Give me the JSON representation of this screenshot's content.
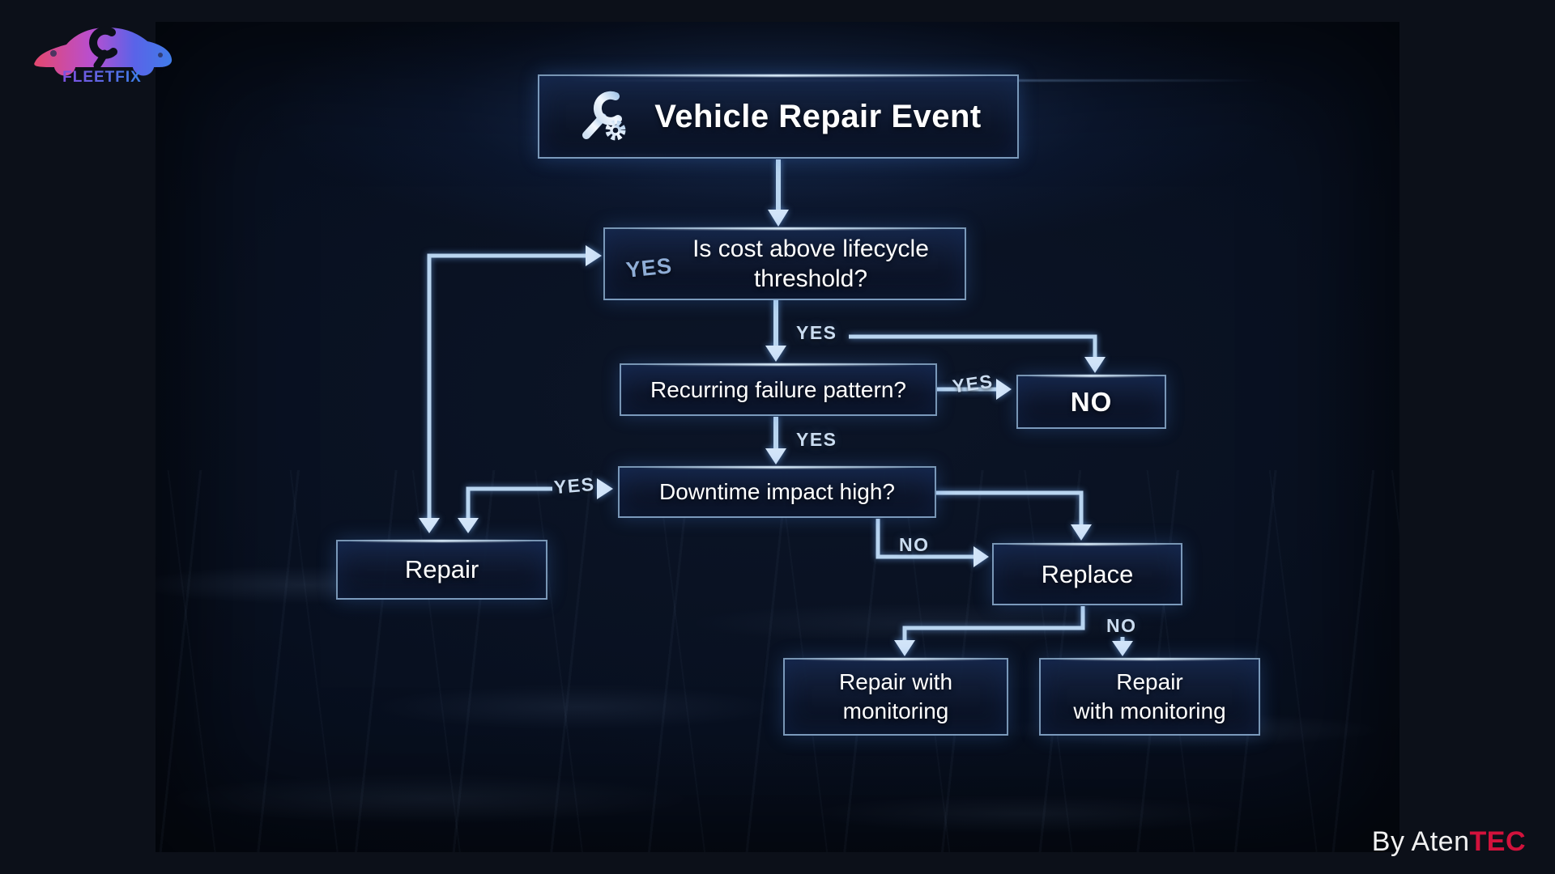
{
  "colors": {
    "accent_line": "#b9d5f0",
    "accent_head": "#d4e6f9",
    "brand_red": "#d2123c",
    "box_border": "#9ec1e4",
    "logo_pink": "#e5476b",
    "logo_purple": "#b84fd0",
    "logo_blue": "#3f7de8"
  },
  "logo": {
    "brand": "FLEETFIX"
  },
  "diagram": {
    "title": {
      "label": "Vehicle Repair Event"
    },
    "nodes": {
      "q1": {
        "inside_label": "YES",
        "text": "Is cost above lifecycle\nthreshold?"
      },
      "q2": {
        "text": "Recurring failure pattern?"
      },
      "no_outcome": {
        "text": "NO"
      },
      "q3": {
        "text": "Downtime impact high?"
      },
      "repair": {
        "text": "Repair"
      },
      "replace": {
        "text": "Replace"
      },
      "repair_monitor_left": {
        "text": "Repair with\nmonitoring"
      },
      "repair_monitor_right": {
        "text": "Repair\nwith monitoring"
      }
    },
    "edge_labels": {
      "yes_q1_down": "YES",
      "yes_q2_right": "YES",
      "yes_q2_down": "YES",
      "yes_q3_left": "YES",
      "no_q3_to_replace": "NO",
      "no_replace_down": "NO"
    }
  },
  "watermark": {
    "prefix": "By Aten",
    "suffix": "TEC"
  }
}
